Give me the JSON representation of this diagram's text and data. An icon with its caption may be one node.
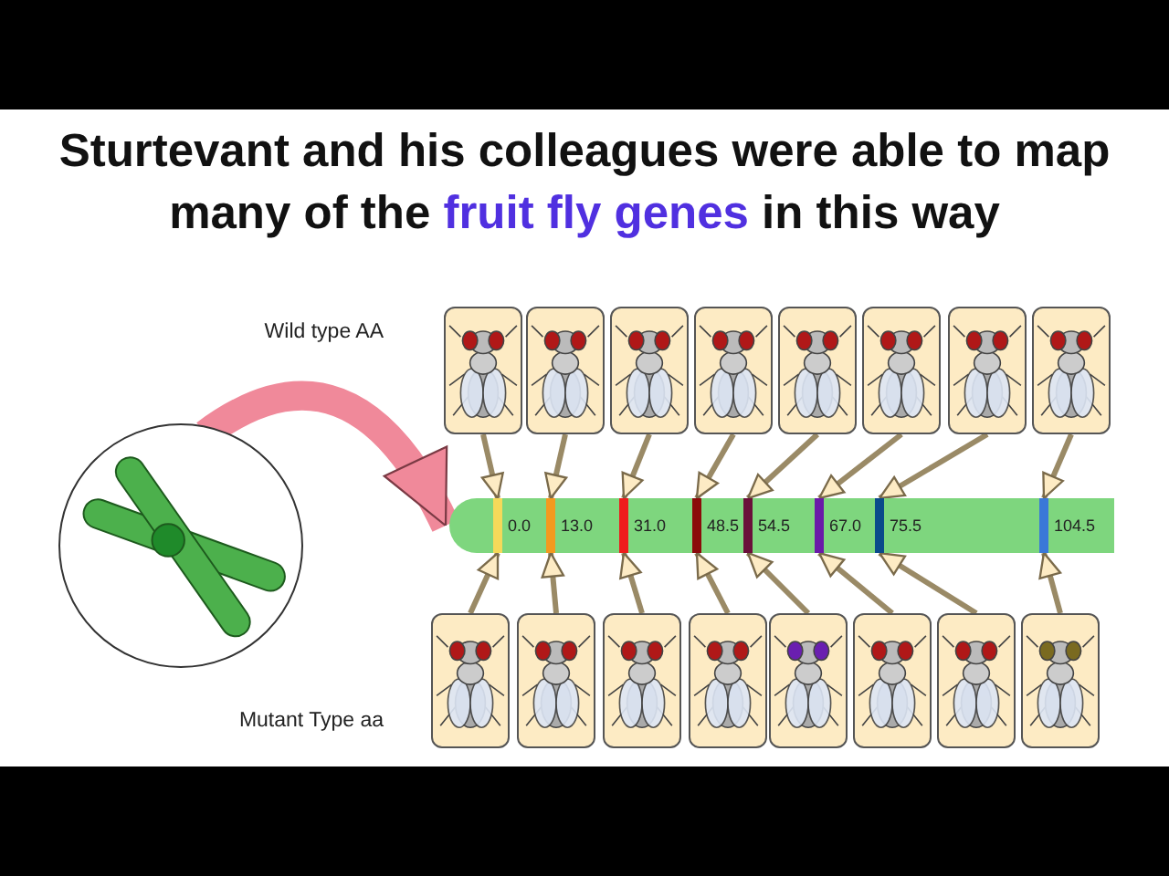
{
  "diagram": {
    "title": "Sturtevant and his colleagues were able to map many of the *fruit fly genes* in this way",
    "nodes": [
      {
        "text": [],
        "shape": "picture"
      },
      {
        "text": [],
        "shape": "picture"
      },
      {
        "text": [],
        "shape": "picture"
      },
      {
        "text": [],
        "shape": "picture"
      },
      {
        "text": [],
        "shape": "picture"
      },
      {
        "text": [],
        "shape": "picture"
      },
      {
        "text": [],
        "shape": "picture"
      },
      {
        "text": [],
        "shape": "picture"
      },
      {
        "text": [],
        "shape": "picture"
      },
      {
        "text": [],
        "shape": "bar"
      },
      {
        "text": [
          "0.0"
        ],
        "in": 9
      },
      {
        "text": [
          "13.0"
        ],
        "in": 9
      },
      {
        "text": [
          "31.0"
        ],
        "in": 9
      },
      {
        "text": [
          "48.5"
        ],
        "in": 9
      },
      {
        "text": [
          "54.5"
        ],
        "in": 9
      },
      {
        "text": [
          "67.0"
        ],
        "in": 9
      },
      {
        "text": [
          "75.5"
        ],
        "in": 9
      },
      {
        "text": [
          "104.5"
        ],
        "in": 9
      },
      {
        "text": [],
        "shape": "picture"
      },
      {
        "text": [],
        "shape": "picture"
      },
      {
        "text": [],
        "shape": "picture"
      },
      {
        "text": [],
        "shape": "picture"
      },
      {
        "text": [],
        "shape": "picture"
      },
      {
        "text": [],
        "shape": "picture"
      },
      {
        "text": [],
        "shape": "picture"
      },
      {
        "text": [],
        "shape": "picture"
      }
    ],
    "edges": [
      {
        "from": 0,
        "to": 9,
        "arrow": "to",
        "style": "thick",
        "color": "#f0899a"
      },
      {
        "from": 1,
        "to": 10,
        "arrow": "to"
      },
      {
        "from": 2,
        "to": 11,
        "arrow": "to"
      },
      {
        "from": 3,
        "to": 12,
        "arrow": "to"
      },
      {
        "from": 4,
        "to": 13,
        "arrow": "to"
      },
      {
        "from": 5,
        "to": 14,
        "arrow": "to"
      },
      {
        "from": 6,
        "to": 15,
        "arrow": "to"
      },
      {
        "from": 7,
        "to": 16,
        "arrow": "to"
      },
      {
        "from": 8,
        "to": 17,
        "arrow": "to"
      },
      {
        "from": 18,
        "to": 10,
        "arrow": "to"
      },
      {
        "from": 19,
        "to": 11,
        "arrow": "to"
      },
      {
        "from": 20,
        "to": 12,
        "arrow": "to"
      },
      {
        "from": 21,
        "to": 13,
        "arrow": "to"
      },
      {
        "from": 22,
        "to": 14,
        "arrow": "to"
      },
      {
        "from": 23,
        "to": 15,
        "arrow": "to"
      },
      {
        "from": 24,
        "to": 16,
        "arrow": "to"
      },
      {
        "from": 25,
        "to": 17,
        "arrow": "to"
      }
    ],
    "labels": [
      "Wild type AA",
      "Mutant Type aa"
    ]
  }
}
